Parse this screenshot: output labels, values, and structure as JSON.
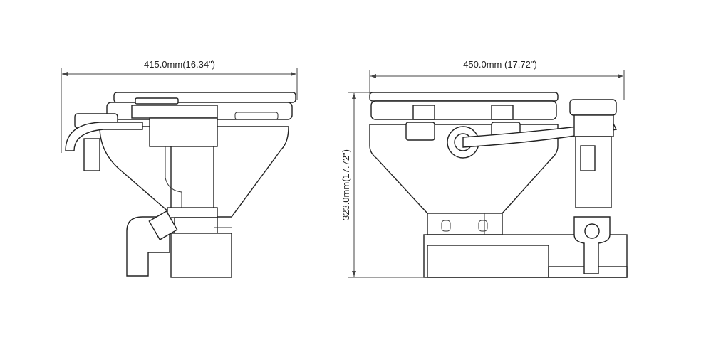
{
  "drawing": {
    "width_side_label": "415.0mm(16.34\")",
    "width_front_label": "450.0mm  (17.72\")",
    "height_label": "323.0mm(17.72\")"
  },
  "colors": {
    "line": "#222222",
    "background": "#ffffff"
  }
}
